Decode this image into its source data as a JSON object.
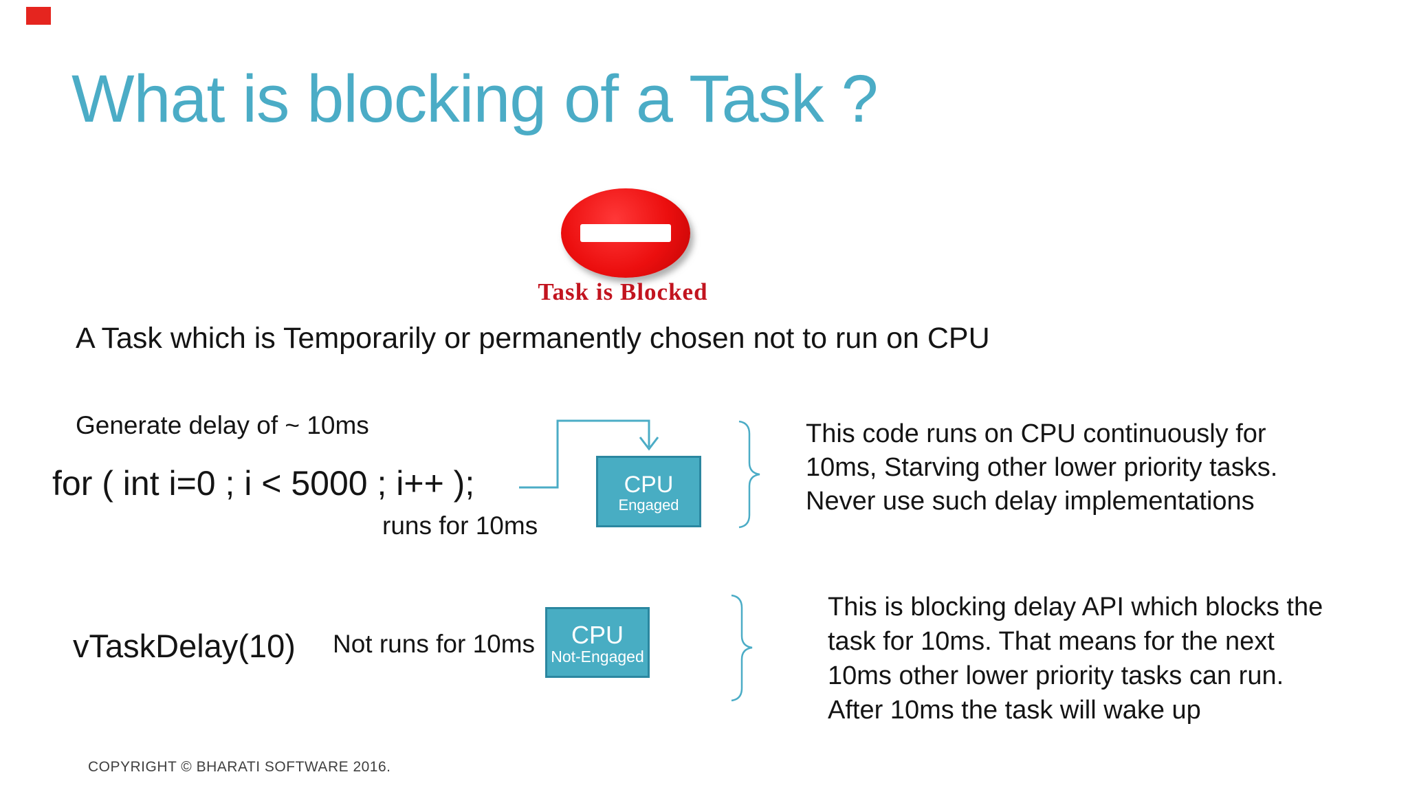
{
  "title": {
    "text": "What is blocking of a Task ?",
    "color": "#4bacc6"
  },
  "blocked_sign": {
    "label": "Task is Blocked"
  },
  "subtitle": {
    "text": "A Task which is Temporarily or permanently chosen not to run on CPU"
  },
  "busy_wait": {
    "caption": "Generate delay of ~ 10ms",
    "code": "for ( int i=0 ; i < 5000 ; i++ );",
    "note": "runs for 10ms",
    "cpu_box": {
      "title": "CPU",
      "subtitle": "Engaged"
    },
    "explanation_lines": [
      "This code runs on CPU continuously for",
      "10ms, Starving other lower priority tasks.",
      "Never use such delay implementations"
    ]
  },
  "blocking_delay": {
    "code": "vTaskDelay(10)",
    "note": "Not runs for 10ms",
    "cpu_box": {
      "title": "CPU",
      "subtitle": "Not-Engaged"
    },
    "explanation_lines": [
      "This is blocking delay API which blocks the",
      "task for 10ms. That means for the next",
      "10ms other lower priority tasks can run.",
      "After 10ms the task will wake up"
    ]
  },
  "footer": {
    "copyright": "COPYRIGHT © BHARATI SOFTWARE 2016."
  },
  "colors": {
    "accent_teal": "#4bacc6",
    "cpu_box_fill": "#48adc3",
    "cpu_box_border": "#2b87a0",
    "sign_red": "#ec0f0f",
    "sign_label_red": "#c2141f",
    "corner_red": "#e5251f",
    "body_text": "#141414",
    "footer_text": "#3f3f3f"
  }
}
